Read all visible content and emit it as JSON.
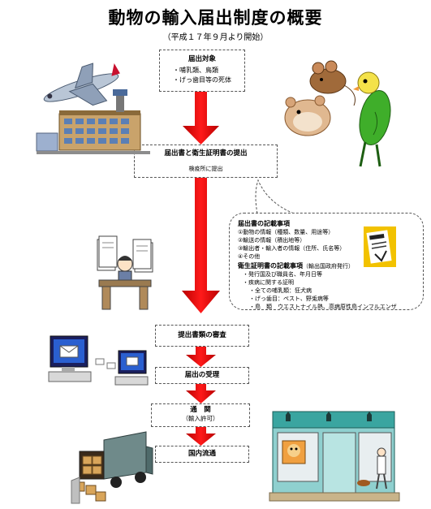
{
  "title": "動物の輸入届出制度の概要",
  "subtitle": "（平成１７年９月より開始）",
  "step1": {
    "heading": "届出対象",
    "items": [
      "・哺乳類、鳥類",
      "・げっ歯目等の死体"
    ]
  },
  "step2": {
    "heading": "届出書と衛生証明書の提出",
    "note": "検疫所に提出"
  },
  "bubble": {
    "heading1": "届出書の記載事項",
    "items1": [
      "①動物の情報（種類、数量、用途等）",
      "②輸送の情報（積出地等）",
      "③輸出者・輸入者の情報（住所、氏名等）",
      "④その他"
    ],
    "heading2": "衛生証明書の記載事項",
    "heading2_note": "（輸出国政府発行）",
    "items2": [
      "・発行国及び職員名、年月日等",
      "・疾病に関する証明",
      "・全ての哺乳類：狂犬病",
      "・げっ歯目：ペスト、野兎病等",
      "・鳥　類　ウエストナイル熱、高病原性鳥インフルエンザ"
    ]
  },
  "step3": {
    "heading": "提出書類の審査"
  },
  "step4": {
    "heading": "届出の受理"
  },
  "step5": {
    "heading": "通　関",
    "note": "（輸入許可）"
  },
  "step6": {
    "heading": "国内流通"
  },
  "colors": {
    "arrow": "#e60000",
    "arrow_dark": "#b80000",
    "border": "#555555"
  }
}
